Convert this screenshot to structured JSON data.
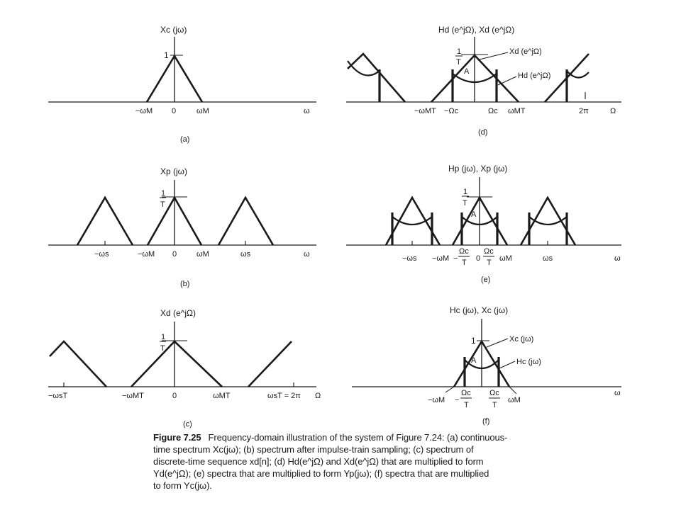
{
  "panels": {
    "a": {
      "title": "Xc (jω)",
      "peak": "1",
      "labels": [
        "−ωM",
        "0",
        "ωM",
        "ω"
      ],
      "tag": "(a)"
    },
    "b": {
      "title": "Xp (jω)",
      "peak_num": "1",
      "peak_den": "T",
      "labels": [
        "−ωs",
        "−ωM",
        "0",
        "ωM",
        "ωs",
        "ω"
      ],
      "tag": "(b)"
    },
    "c": {
      "title": "Xd (e^jΩ)",
      "peak_num": "1",
      "peak_den": "T",
      "labels": [
        "−ωsT",
        "−ωMT",
        "0",
        "ωMT",
        "ωsT = 2π",
        "Ω"
      ],
      "tag": "(c)"
    },
    "d": {
      "title": "Hd (e^jΩ), Xd (e^jΩ)",
      "peak_num": "1",
      "peak_den": "T",
      "x_label": "Xd (e^jΩ)",
      "h_label": "Hd (e^jΩ)",
      "area": "A",
      "labels": [
        "−ωMT",
        "−Ωc",
        "Ωc",
        "ωMT",
        "2π",
        "Ω"
      ],
      "tag": "(d)"
    },
    "e": {
      "title": "Hp (jω), Xp (jω)",
      "peak_num": "1",
      "peak_den": "T",
      "area": "A",
      "labels": [
        "−ωs",
        "−ωM",
        "−",
        "Ωc",
        "T",
        "0",
        "Ωc",
        "T",
        "ωM",
        "ωs",
        "ω"
      ],
      "tag": "(e)"
    },
    "f": {
      "title": "Hc (jω), Xc (jω)",
      "peak": "1",
      "x_label": "Xc (jω)",
      "h_label": "Hc (jω)",
      "area": "A",
      "labels": [
        "−ωM",
        "−",
        "Ωc",
        "T",
        "Ωc",
        "T",
        "ωM",
        "ω"
      ],
      "tag": "(f)"
    }
  },
  "caption": {
    "figure_number": "Figure 7.25",
    "lines": [
      "Frequency-domain illustration of the system of Figure 7.24: (a) continuous-",
      "time spectrum Xc(jω); (b) spectrum after impulse-train sampling; (c) spectrum of",
      "discrete-time sequence xd[n]; (d) Hd(e^jΩ) and Xd(e^jΩ) that are multiplied to form",
      "Yd(e^jΩ); (e) spectra that are multiplied to form Yp(jω); (f) spectra that are multiplied",
      "to form Yc(jω)."
    ]
  }
}
